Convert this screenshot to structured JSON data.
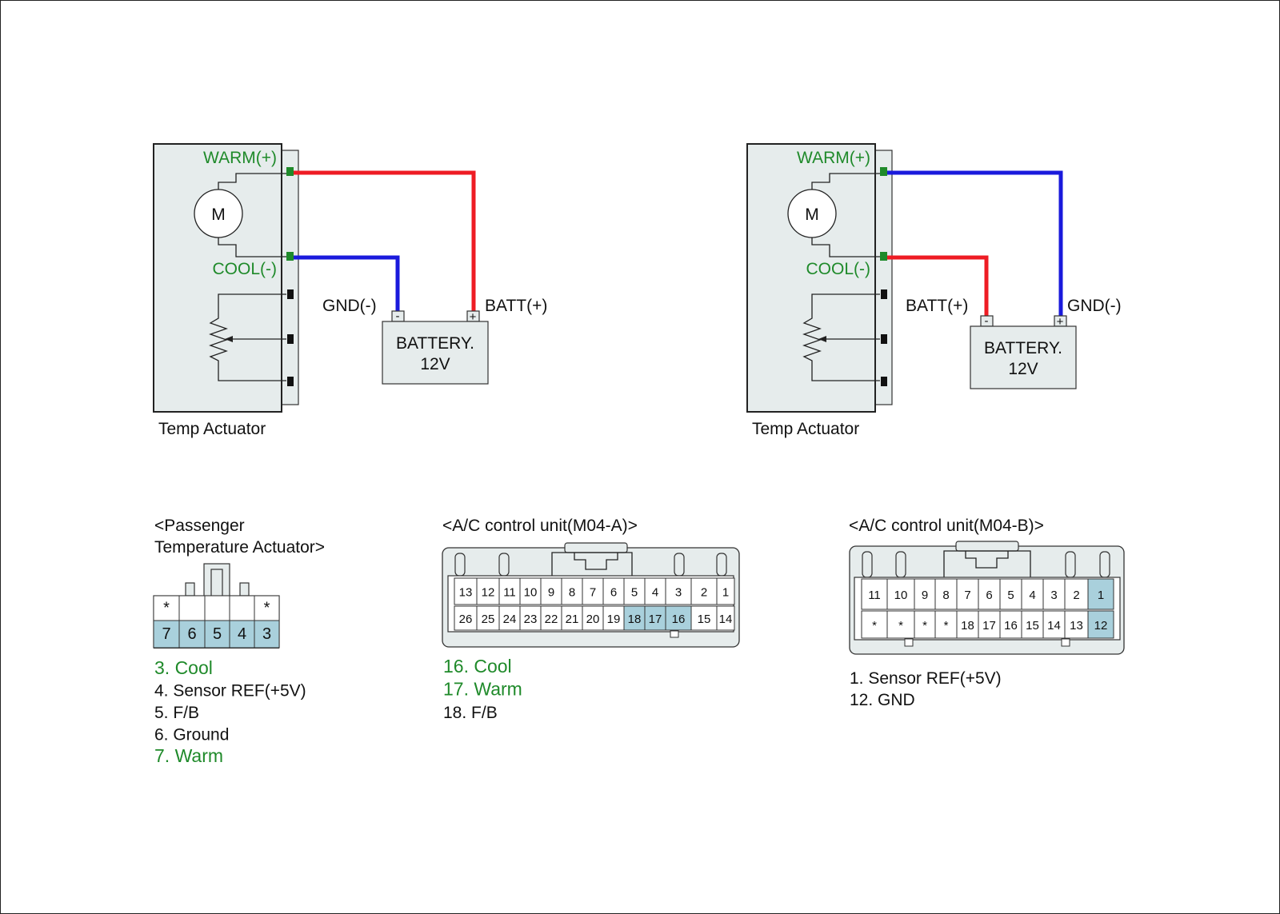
{
  "colors": {
    "green": "#1f8a2a",
    "red": "#ee1c24",
    "blue": "#1a1adc",
    "highlight": "#a9d0dc",
    "body_fill": "#e6ecec"
  },
  "diagram_left": {
    "warm_label": "WARM(+)",
    "cool_label": "COOL(-)",
    "motor_label": "M",
    "actuator_label": "Temp Actuator",
    "gnd_label": "GND(-)",
    "batt_label": "BATT(+)",
    "battery_line1": "BATTERY.",
    "battery_line2": "12V",
    "term_minus": "-",
    "term_plus": "+"
  },
  "diagram_right": {
    "warm_label": "WARM(+)",
    "cool_label": "COOL(-)",
    "motor_label": "M",
    "actuator_label": "Temp Actuator",
    "gnd_label": "GND(-)",
    "batt_label": "BATT(+)",
    "battery_line1": "BATTERY.",
    "battery_line2": "12V",
    "term_minus": "-",
    "term_plus": "+"
  },
  "connector_passenger": {
    "title_line1": "<Passenger",
    "title_line2": "Temperature Actuator>",
    "top_row": [
      "*",
      "",
      "",
      "",
      "*"
    ],
    "bottom_row": [
      "7",
      "6",
      "5",
      "4",
      "3"
    ],
    "legend": [
      {
        "text": "3. Cool",
        "color": "green"
      },
      {
        "text": "4. Sensor REF(+5V)",
        "color": "black"
      },
      {
        "text": "5. F/B",
        "color": "black"
      },
      {
        "text": "6. Ground",
        "color": "black"
      },
      {
        "text": "7. Warm",
        "color": "green"
      }
    ]
  },
  "connector_m04a": {
    "title": "<A/C control unit(M04-A)>",
    "top_row": [
      "13",
      "12",
      "11",
      "10",
      "9",
      "8",
      "7",
      "6",
      "5",
      "4",
      "3",
      "2",
      "1"
    ],
    "bottom_row": [
      "26",
      "25",
      "24",
      "23",
      "22",
      "21",
      "20",
      "19",
      "18",
      "17",
      "16",
      "15",
      "14"
    ],
    "legend": [
      {
        "text": "16. Cool",
        "color": "green"
      },
      {
        "text": "17. Warm",
        "color": "green"
      },
      {
        "text": "18. F/B",
        "color": "black"
      }
    ]
  },
  "connector_m04b": {
    "title": "<A/C control unit(M04-B)>",
    "top_row": [
      "11",
      "10",
      "9",
      "8",
      "7",
      "6",
      "5",
      "4",
      "3",
      "2",
      "1"
    ],
    "bottom_row": [
      "*",
      "*",
      "*",
      "*",
      "18",
      "17",
      "16",
      "15",
      "14",
      "13",
      "12"
    ],
    "legend": [
      {
        "text": "1. Sensor REF(+5V)",
        "color": "black"
      },
      {
        "text": "12. GND",
        "color": "black"
      }
    ]
  }
}
